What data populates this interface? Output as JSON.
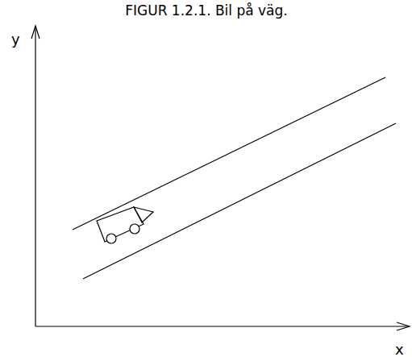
{
  "diagram": {
    "title": "FIGUR 1.2.1. Bil på väg.",
    "labels": [
      "y",
      "x"
    ]
  }
}
